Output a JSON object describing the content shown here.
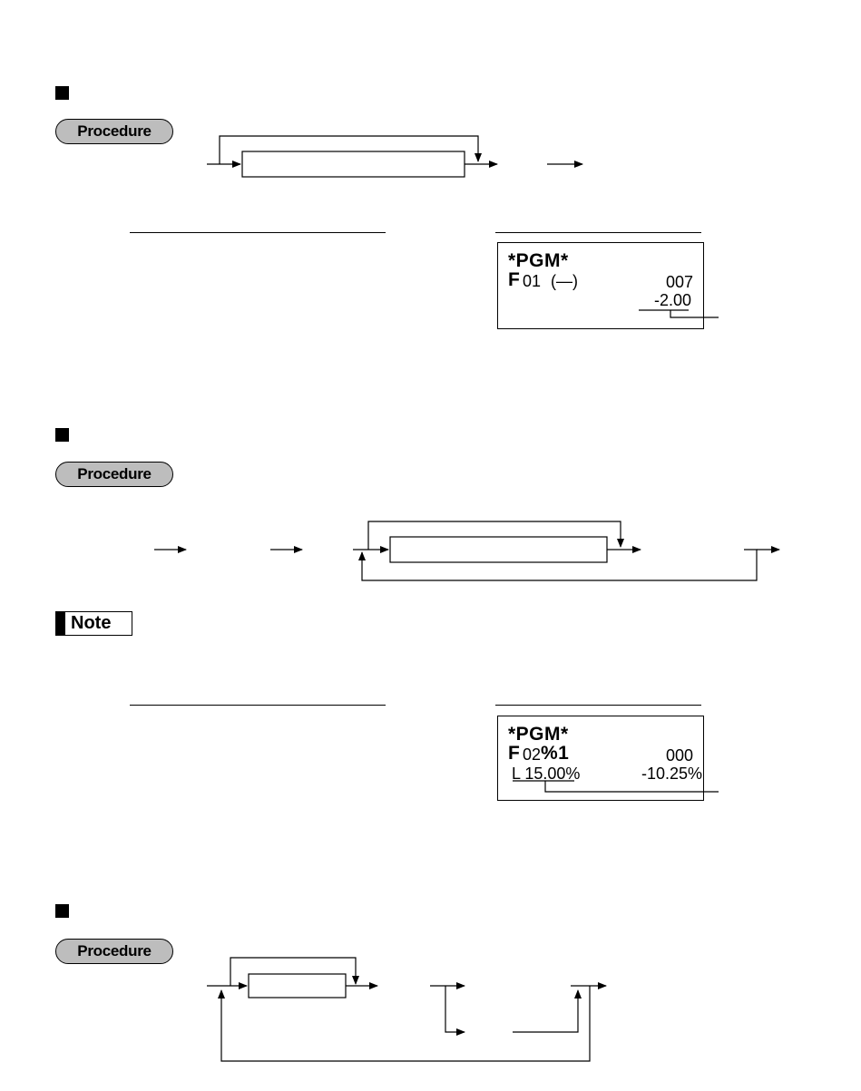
{
  "procedure_label": "Procedure",
  "note_label": "Note",
  "display1": {
    "line1": "*PGM*",
    "line2_prefix": "F",
    "line2_code": "01",
    "line2_mode": "(—)",
    "line2_value": "007",
    "line3_value": "-2.00"
  },
  "display2": {
    "line1": "*PGM*",
    "line2_prefix": "F",
    "line2_code": "02",
    "line2_mode": "%1",
    "line2_value": "000",
    "line3_left": "L 15.00%",
    "line3_value": "-10.25%"
  }
}
